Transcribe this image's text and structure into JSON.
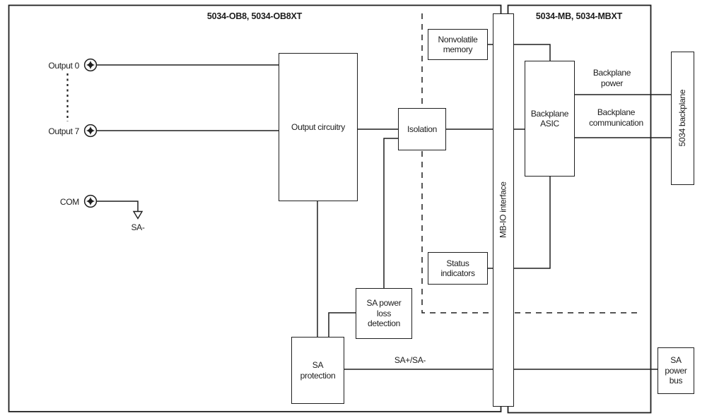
{
  "modules": {
    "ob8": {
      "title": "5034-OB8, 5034-OB8XT"
    },
    "mb": {
      "title": "5034-MB, 5034-MBXT"
    }
  },
  "terminals": {
    "output0": "Output 0",
    "output7": "Output 7",
    "com": "COM",
    "sa_minus": "SA-"
  },
  "blocks": {
    "output_circuitry": "Output circuitry",
    "isolation": "Isolation",
    "nonvolatile_memory": "Nonvolatile\nmemory",
    "status_indicators": "Status\nindicators",
    "mb_io_interface": "MB-IO interface",
    "backplane_asic": "Backplane\nASIC",
    "sa_power_loss_detection": "SA power\nloss\ndetection",
    "sa_protection": "SA\nprotection",
    "backplane_5034": "5034 backplane",
    "sa_power_bus": "SA\npower\nbus"
  },
  "wire_labels": {
    "backplane_power": "Backplane\npower",
    "backplane_communication": "Backplane\ncommunication",
    "sa_bus": "SA+/SA-"
  },
  "colors": {
    "line": "#1f1f1f",
    "background": "#ffffff",
    "text": "#1c1c1c"
  }
}
